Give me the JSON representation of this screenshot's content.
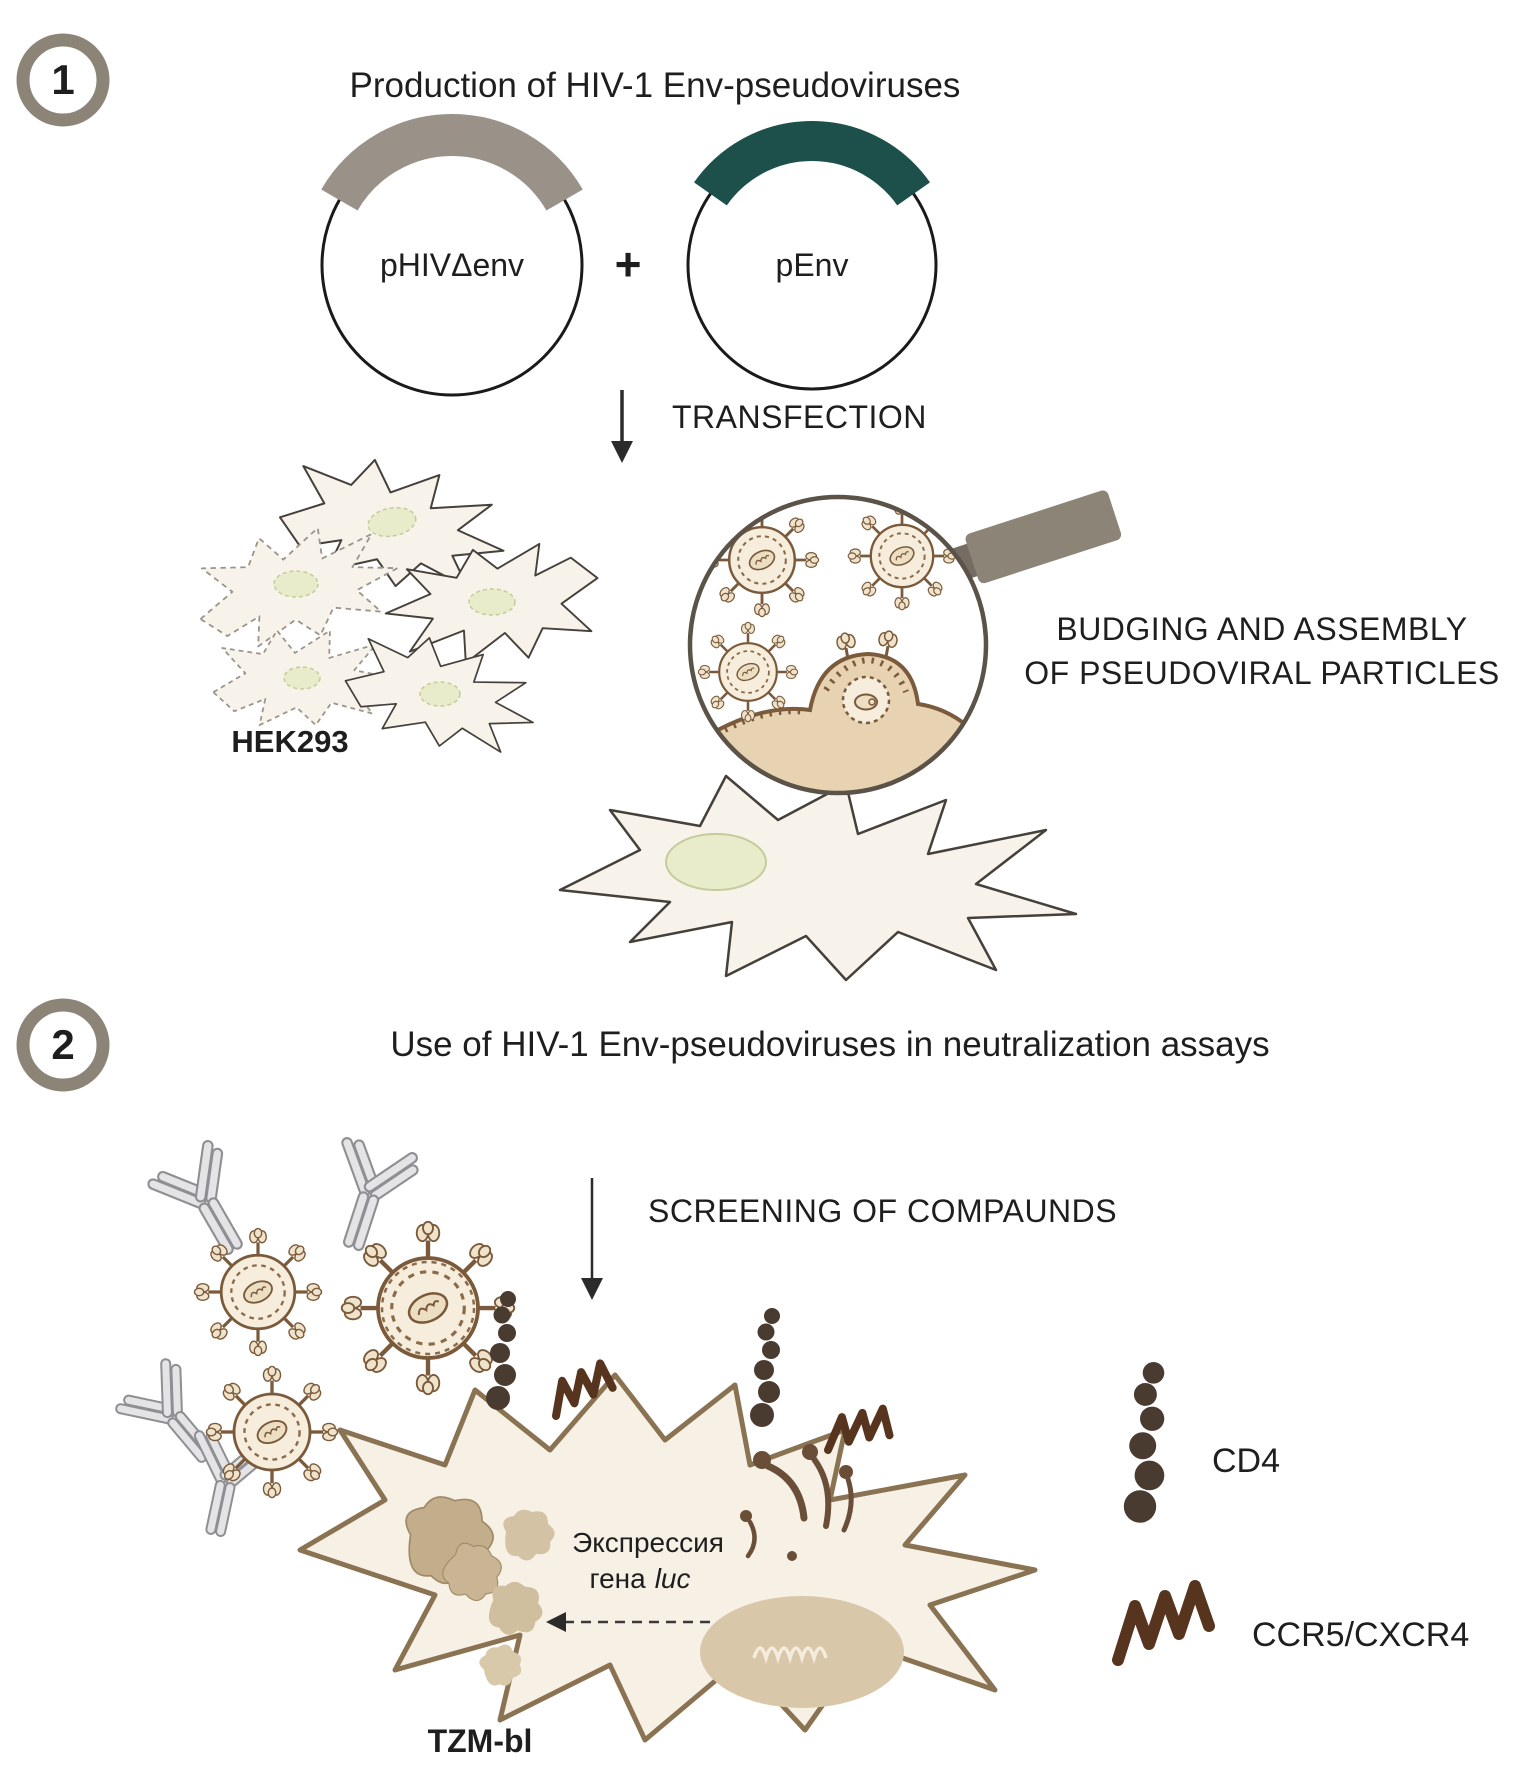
{
  "colors": {
    "badge_ring": "#8d8478",
    "badge_number": "#454545",
    "text": "#1e1e1e",
    "plasmid_outline": "#1a1a1a",
    "plasmid1_arc": "#9a9189",
    "plasmid2_arc": "#1d4f4b",
    "virus_brown": "#7a5a3a",
    "virus_fill": "#f6eddd",
    "cell_fill": "#f8f3ea",
    "cell_outline": "#45403a",
    "nucleus_fill": "#e9ecca",
    "tzm_fill": "#f7f0e5",
    "tzm_outline": "#8a7352",
    "receptor_dark": "#4a3b30",
    "ccr5_brown": "#57341e",
    "antibody_fill": "#e4e4e6",
    "antibody_outline": "#8f8f93",
    "magnifier_handle": "#8d8478",
    "membrane_tan": "#e7d3b1"
  },
  "step1": {
    "badge": "1",
    "title": "Production of HIV-1 Env-pseudoviruses",
    "plasmid1_label": "pHIVΔenv",
    "plus_sign": "+",
    "plasmid2_label": "pEnv",
    "arrow_label": "TRANSFECTION",
    "cells_label": "HEK293",
    "budding_line1": "BUDGING AND ASSEMBLY",
    "budding_line2": "OF PSEUDOVIRAL PARTICLES"
  },
  "step2": {
    "badge": "2",
    "title": "Use of HIV-1 Env-pseudoviruses in neutralization assays",
    "arrow_label": "SCREENING OF COMPAUNDS",
    "expression_line1": "Экспрессия",
    "expression_word_gene": "гена",
    "expression_word_luc": "luc",
    "cell_label": "TZM-bl",
    "legend": {
      "cd4_label": "CD4",
      "ccr5_label": "CCR5/CXCR4"
    }
  }
}
